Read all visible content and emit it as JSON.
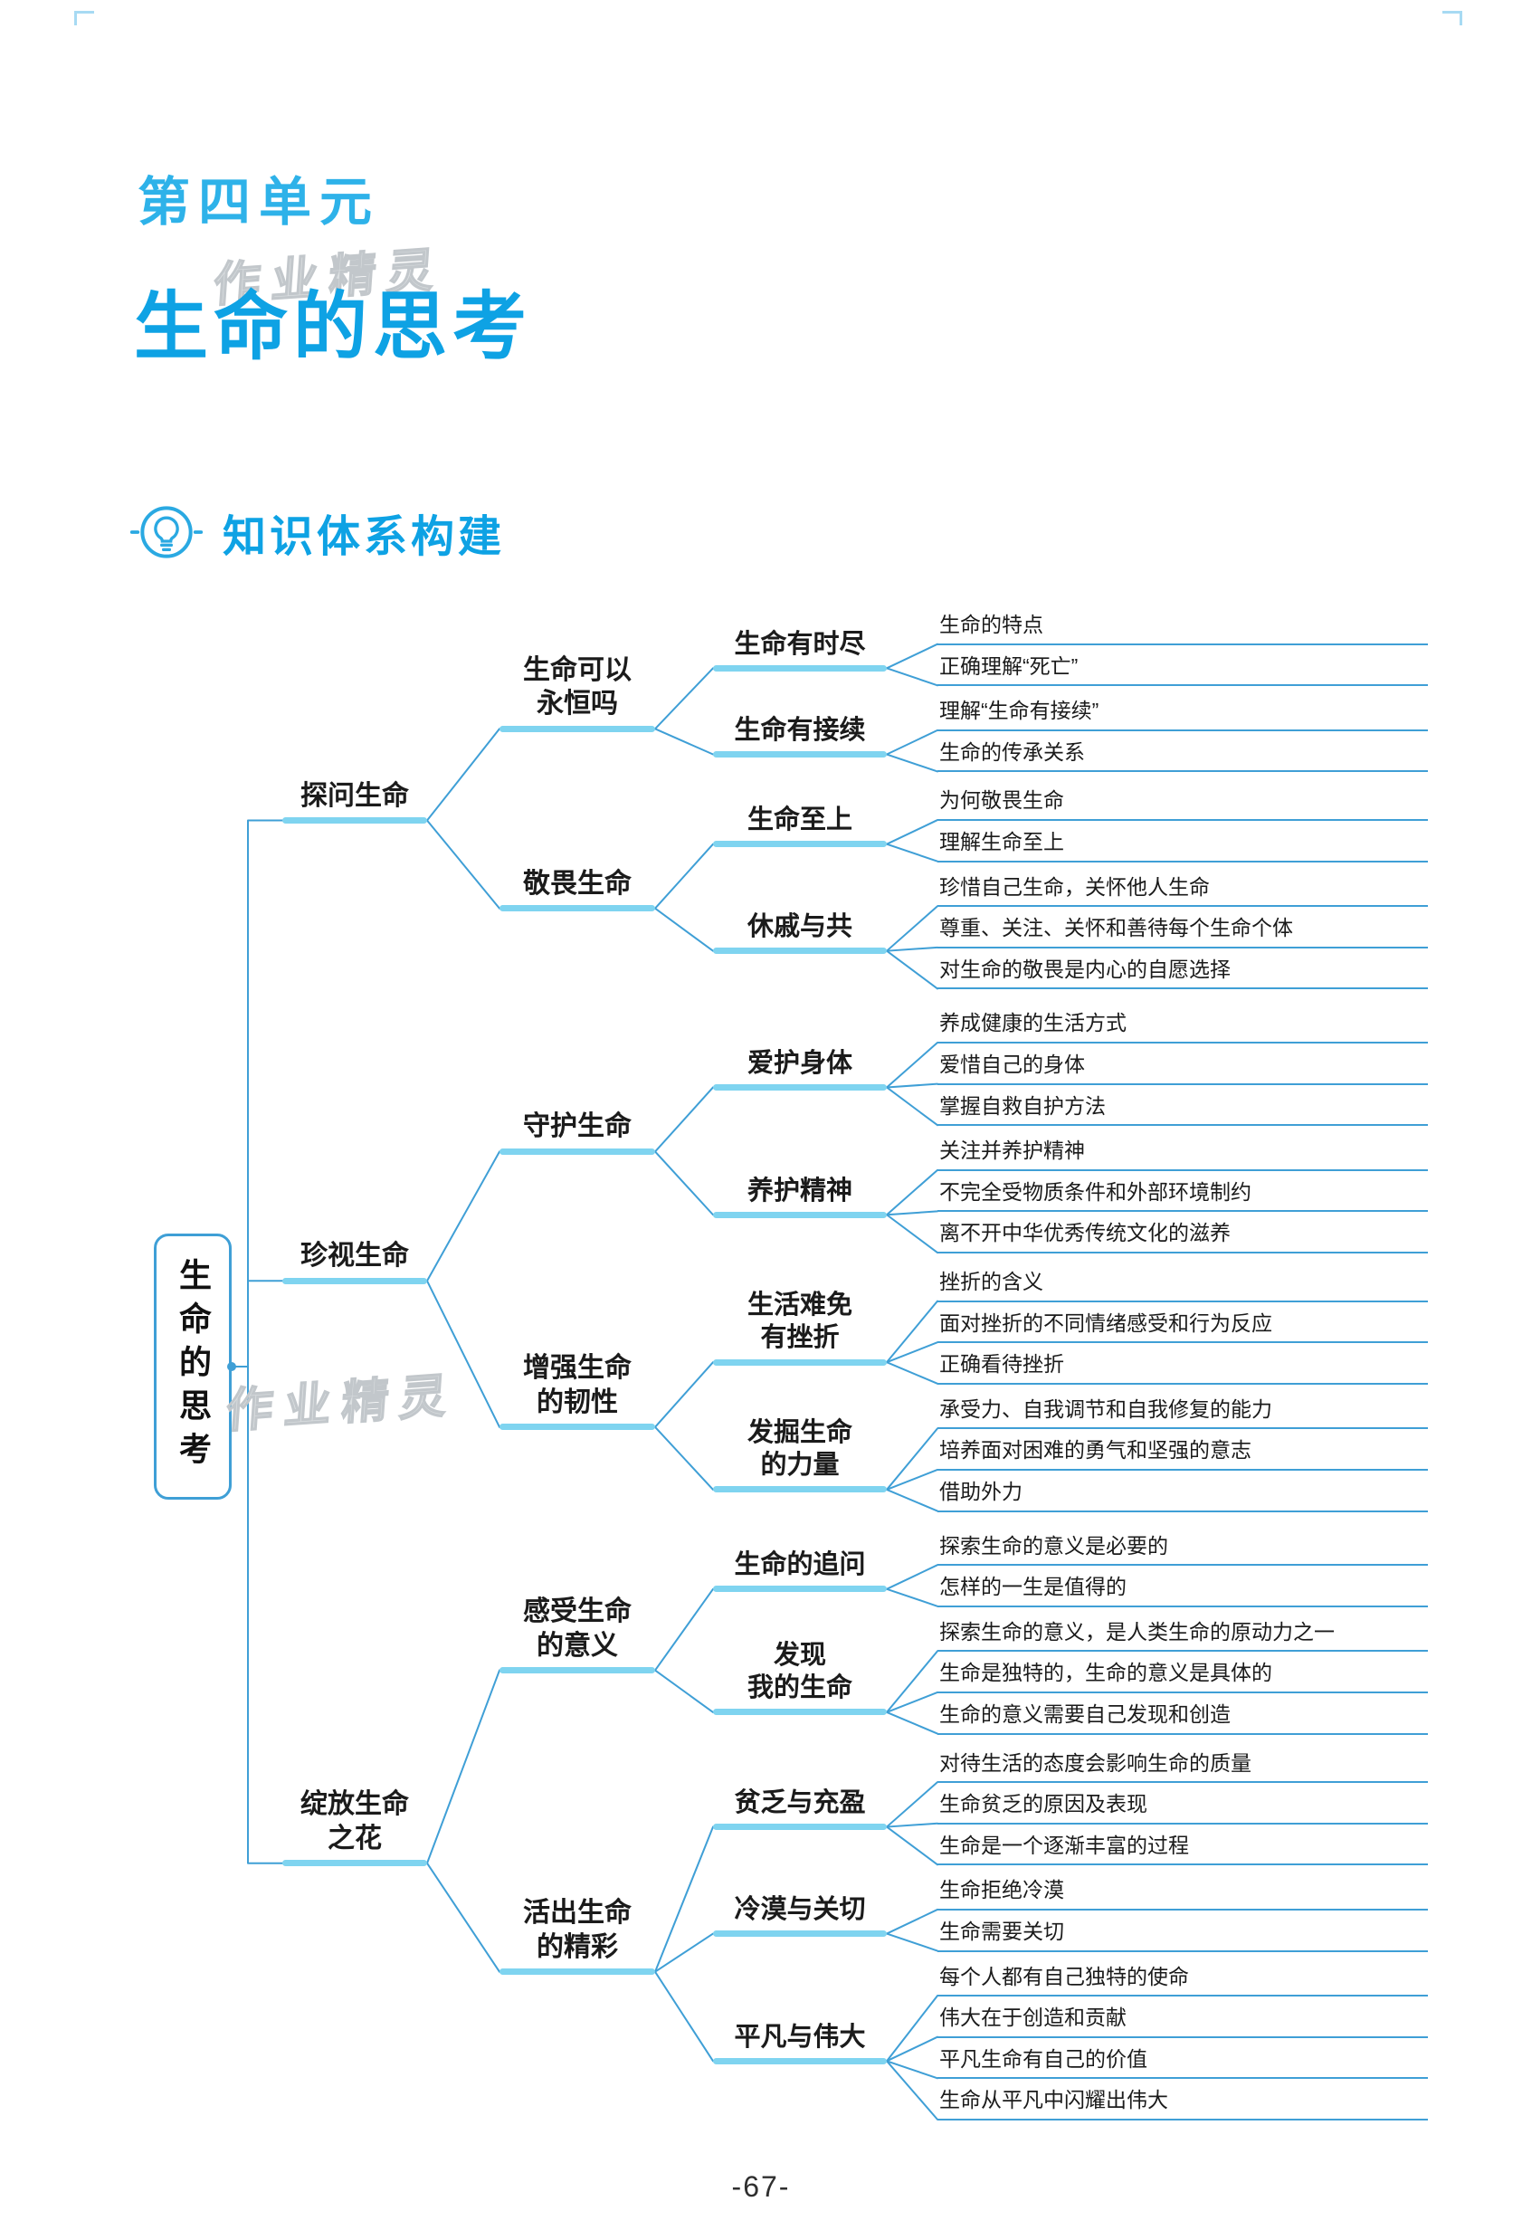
{
  "header": {
    "unit_label": "第四单元",
    "page_title": "生命的思考",
    "section_title": "知识体系构建"
  },
  "watermark_text": "作业精灵",
  "footer": {
    "page_number": "-67-"
  },
  "colors": {
    "title_blue": "#0ea2e4",
    "unit_blue": "#2eb2e9",
    "node_underline_cyan": "#7fd4f0",
    "connector_blue": "#3f9fd6",
    "text_dark": "#1b1b1b",
    "watermark_gray": "#c2c7cb"
  },
  "mindmap": {
    "root": "生命的思考",
    "branches": [
      {
        "label": [
          "探问生命"
        ],
        "children": [
          {
            "label": [
              "生命可以",
              "永恒吗"
            ],
            "children": [
              {
                "label": [
                  "生命有时尽"
                ],
                "items": [
                  "生命的特点",
                  "正确理解“死亡”"
                ]
              },
              {
                "label": [
                  "生命有接续"
                ],
                "items": [
                  "理解“生命有接续”",
                  "生命的传承关系"
                ]
              }
            ]
          },
          {
            "label": [
              "敬畏生命"
            ],
            "children": [
              {
                "label": [
                  "生命至上"
                ],
                "items": [
                  "为何敬畏生命",
                  "理解生命至上"
                ]
              },
              {
                "label": [
                  "休戚与共"
                ],
                "items": [
                  "珍惜自己生命，关怀他人生命",
                  "尊重、关注、关怀和善待每个生命个体",
                  "对生命的敬畏是内心的自愿选择"
                ]
              }
            ]
          }
        ]
      },
      {
        "label": [
          "珍视生命"
        ],
        "children": [
          {
            "label": [
              "守护生命"
            ],
            "children": [
              {
                "label": [
                  "爱护身体"
                ],
                "items": [
                  "养成健康的生活方式",
                  "爱惜自己的身体",
                  "掌握自救自护方法"
                ]
              },
              {
                "label": [
                  "养护精神"
                ],
                "items": [
                  "关注并养护精神",
                  "不完全受物质条件和外部环境制约",
                  "离不开中华优秀传统文化的滋养"
                ]
              }
            ]
          },
          {
            "label": [
              "增强生命",
              "的韧性"
            ],
            "children": [
              {
                "label": [
                  "生活难免",
                  "有挫折"
                ],
                "items": [
                  "挫折的含义",
                  "面对挫折的不同情绪感受和行为反应",
                  "正确看待挫折"
                ]
              },
              {
                "label": [
                  "发掘生命",
                  "的力量"
                ],
                "items": [
                  "承受力、自我调节和自我修复的能力",
                  "培养面对困难的勇气和坚强的意志",
                  "借助外力"
                ]
              }
            ]
          }
        ]
      },
      {
        "label": [
          "绽放生命",
          "之花"
        ],
        "children": [
          {
            "label": [
              "感受生命",
              "的意义"
            ],
            "children": [
              {
                "label": [
                  "生命的追问"
                ],
                "items": [
                  "探索生命的意义是必要的",
                  "怎样的一生是值得的"
                ]
              },
              {
                "label": [
                  "发现",
                  "我的生命"
                ],
                "items": [
                  "探索生命的意义，是人类生命的原动力之一",
                  "生命是独特的，生命的意义是具体的",
                  "生命的意义需要自己发现和创造"
                ]
              }
            ]
          },
          {
            "label": [
              "活出生命",
              "的精彩"
            ],
            "children": [
              {
                "label": [
                  "贫乏与充盈"
                ],
                "items": [
                  "对待生活的态度会影响生命的质量",
                  "生命贫乏的原因及表现",
                  "生命是一个逐渐丰富的过程"
                ]
              },
              {
                "label": [
                  "冷漠与关切"
                ],
                "items": [
                  "生命拒绝冷漠",
                  "生命需要关切"
                ]
              },
              {
                "label": [
                  "平凡与伟大"
                ],
                "items": [
                  "每个人都有自己独特的使命",
                  "伟大在于创造和贡献",
                  "平凡生命有自己的价值",
                  "生命从平凡中闪耀出伟大"
                ]
              }
            ]
          }
        ]
      }
    ]
  }
}
